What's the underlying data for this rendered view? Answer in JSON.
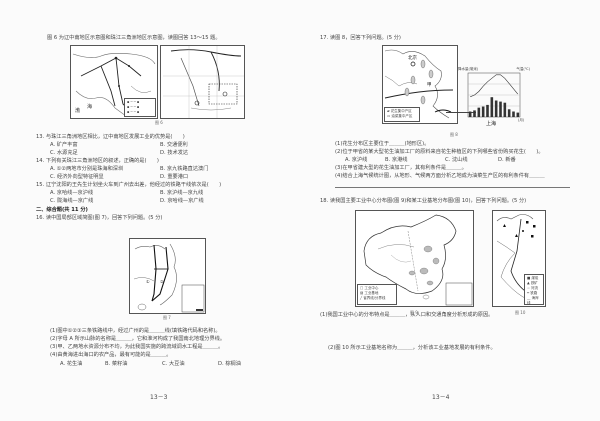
{
  "pages": [
    {
      "page_number": "13－3",
      "intro": "图 6 为辽中南地区示意图和珠江三角洲地区示意图，读图回答 13～15 题。",
      "figure_caption": "图 6",
      "map_labels_left": [
        "渤",
        "海"
      ],
      "questions": [
        {
          "num": "13.",
          "stem": "与珠江三角洲地区相比，辽中南地区发展工业的优势是(　　)",
          "options": [
            {
              "key": "A.",
              "text": "矿产丰富"
            },
            {
              "key": "B.",
              "text": "交通便利"
            },
            {
              "key": "C.",
              "text": "水源充足"
            },
            {
              "key": "D.",
              "text": "技术发达"
            }
          ]
        },
        {
          "num": "14.",
          "stem": "下列有关珠江三角洲地区的叙述，正确的是(　　)",
          "options": [
            {
              "key": "A.",
              "text": "①②两地市分别是珠海和深圳"
            },
            {
              "key": "B.",
              "text": "京九铁路直达澳门"
            },
            {
              "key": "C.",
              "text": "经济外向型特征明显"
            },
            {
              "key": "D.",
              "text": "重要港口"
            }
          ]
        },
        {
          "num": "15.",
          "stem": "辽宁沈阳的王先生计划坐火车到广州去出差，他经过的铁路干线依次是(　　)",
          "options": [
            {
              "key": "A.",
              "text": "京哈线—京沪线"
            },
            {
              "key": "B.",
              "text": "京沪线—京九线"
            },
            {
              "key": "C.",
              "text": "陇海线—京广线"
            },
            {
              "key": "D.",
              "text": "京哈线—京广线"
            }
          ]
        }
      ],
      "section_title": "二、综合题(共 11 分)",
      "q16": {
        "stem": "16. 读中国局部区域简图(图 7)，回答下列问题。(5 分)",
        "figure_caption": "图 7",
        "map_labels": [
          "①",
          "②",
          "③"
        ],
        "subquestions": [
          "(1)图中①②③三条铁路线中，经过广州的是＿＿＿线(填铁路代码和名称)。",
          "(2)字母 A 所示山脉的名称是＿＿＿，它和淮河构成了我国南北地理分界线。",
          "(3)甲、乙两地水资源分布不均，为此我国实施的跨流域调水工程是＿＿＿。",
          "(4)由黄海进出海口的农产品，最有可能的是＿＿＿。"
        ],
        "options": [
          {
            "key": "A.",
            "text": "花生油"
          },
          {
            "key": "B.",
            "text": "菜籽油"
          },
          {
            "key": "C.",
            "text": "大豆油"
          },
          {
            "key": "D.",
            "text": "棕榈油"
          }
        ]
      }
    },
    {
      "page_number": "13－4",
      "q17": {
        "stem": "17. 读图 8，回答下列问题。(5 分)",
        "figure_caption": "图 8",
        "map_labels": [
          "北京",
          "甲",
          "乙"
        ],
        "legend": [
          "花生集中产区",
          "油菜集中产区"
        ],
        "climate_chart": {
          "city": "上海",
          "y_left_label": "降水量(毫米)",
          "y_right_label": "气温(℃)",
          "x_label": "(月)"
        },
        "subquestions": [
          "(1)花生分布区主要位于＿＿＿(地形区)。",
          "(2)位于甲省的某大型花生油加工厂的原料来自花生种植区的下列哪些省份购买花生(　　)。",
          "(3)在甲省建大型的花生油加工厂，其有利条件是＿＿＿。",
          "(4)结合上海气候统计图，从地形、气候两方面分析乙地成为油菜生产区的有利条件有＿＿＿"
        ],
        "q17_2_options": [
          {
            "key": "A.",
            "text": "京沪线"
          },
          {
            "key": "B.",
            "text": "京港线"
          },
          {
            "key": "C.",
            "text": "沈山线"
          },
          {
            "key": "D.",
            "text": "新番"
          }
        ]
      },
      "q18": {
        "stem": "18. 读我国主要工业中心分布图(图 9)和某工业基地分布图(图 10)，回答下列问题。(5 分)",
        "figure_9_caption": "图 9",
        "figure_10_caption": "图 10",
        "fig9_legend": [
          "工业中心",
          "工业基地",
          "省界线/分界线"
        ],
        "fig10_legend": [
          "煤炭",
          "铁矿",
          "河流",
          "铁路",
          "海岸线"
        ],
        "subquestions": [
          "(1)我国工业中心的分布特点是＿＿＿，从人口和交通角度分析形成的原因。",
          "(2)图 10 所示工业基地名称为＿＿＿，分析该工业基地发展的有利条件。"
        ]
      }
    }
  ],
  "chart_data": {
    "type": "bar",
    "title": "上海 气候统计图",
    "categories": [
      "1",
      "2",
      "3",
      "4",
      "5",
      "6",
      "7",
      "8",
      "9",
      "10",
      "11",
      "12"
    ],
    "series": [
      {
        "name": "降水量(毫米)",
        "type": "bar",
        "values": [
          50,
          60,
          85,
          95,
          110,
          180,
          150,
          140,
          130,
          70,
          50,
          40
        ]
      },
      {
        "name": "气温(℃)",
        "type": "line",
        "values": [
          3,
          5,
          9,
          15,
          20,
          24,
          28,
          28,
          24,
          18,
          12,
          6
        ]
      }
    ],
    "xlabel": "(月)",
    "ylabel": "降水量(毫米)",
    "y2label": "气温(℃)",
    "ylim": [
      0,
      400
    ],
    "y2lim": [
      -20,
      30
    ]
  }
}
